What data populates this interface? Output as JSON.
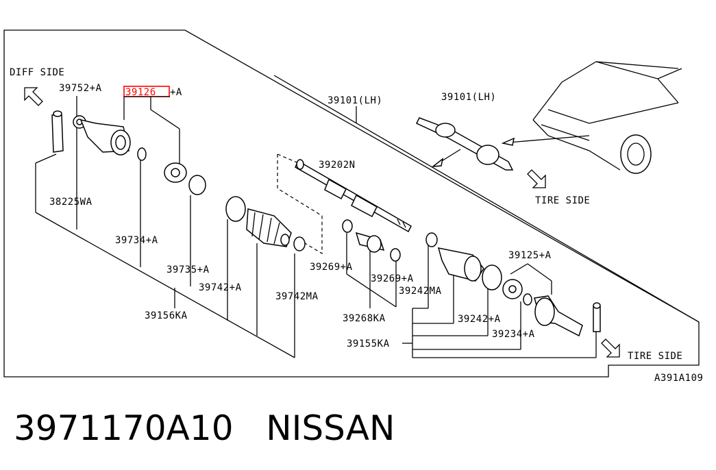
{
  "diagram": {
    "labels": {
      "diff_side": "DIFF SIDE",
      "tire_side_upper": "TIRE SIDE",
      "tire_side_lower": "TIRE SIDE",
      "ref_code": "A391A109",
      "p39752": "39752+A",
      "p39126_prefix": "39126",
      "p39126_suffix": "+A",
      "p38225": "38225WA",
      "p39734": "39734+A",
      "p39735": "39735+A",
      "p39742a": "39742+A",
      "p39742ma": "39742MA",
      "p39156": "39156KA",
      "p39101_main": "39101(LH)",
      "p39101_inset": "39101(LH)",
      "p39202": "39202N",
      "p39269a": "39269+A",
      "p39269b": "39269+A",
      "p39242ma": "39242MA",
      "p39268": "39268KA",
      "p39125": "39125+A",
      "p39242a": "39242+A",
      "p39234": "39234+A",
      "p39155": "39155KA"
    },
    "highlight_color": "#ff0000"
  },
  "caption": {
    "part_number": "3971170A10",
    "brand": "NISSAN"
  }
}
